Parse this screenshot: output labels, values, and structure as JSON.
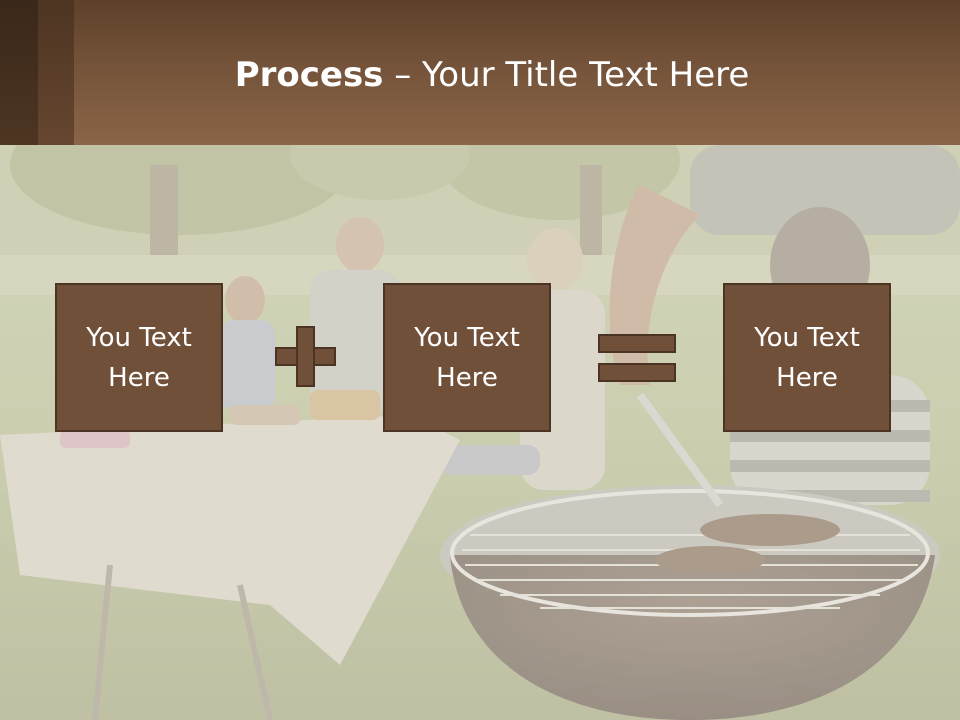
{
  "slide": {
    "title_bold": "Process",
    "title_rest": " – Your Title Text Here",
    "steps": [
      {
        "label": "You Text\nHere"
      },
      {
        "label": "You Text\nHere"
      },
      {
        "label": "You Text\nHere"
      }
    ],
    "operators": [
      "plus-icon",
      "equals-icon"
    ],
    "colors": {
      "header": "#74533a",
      "box_fill": "#71503a",
      "box_border": "#4b3424",
      "text": "#ffffff"
    }
  }
}
